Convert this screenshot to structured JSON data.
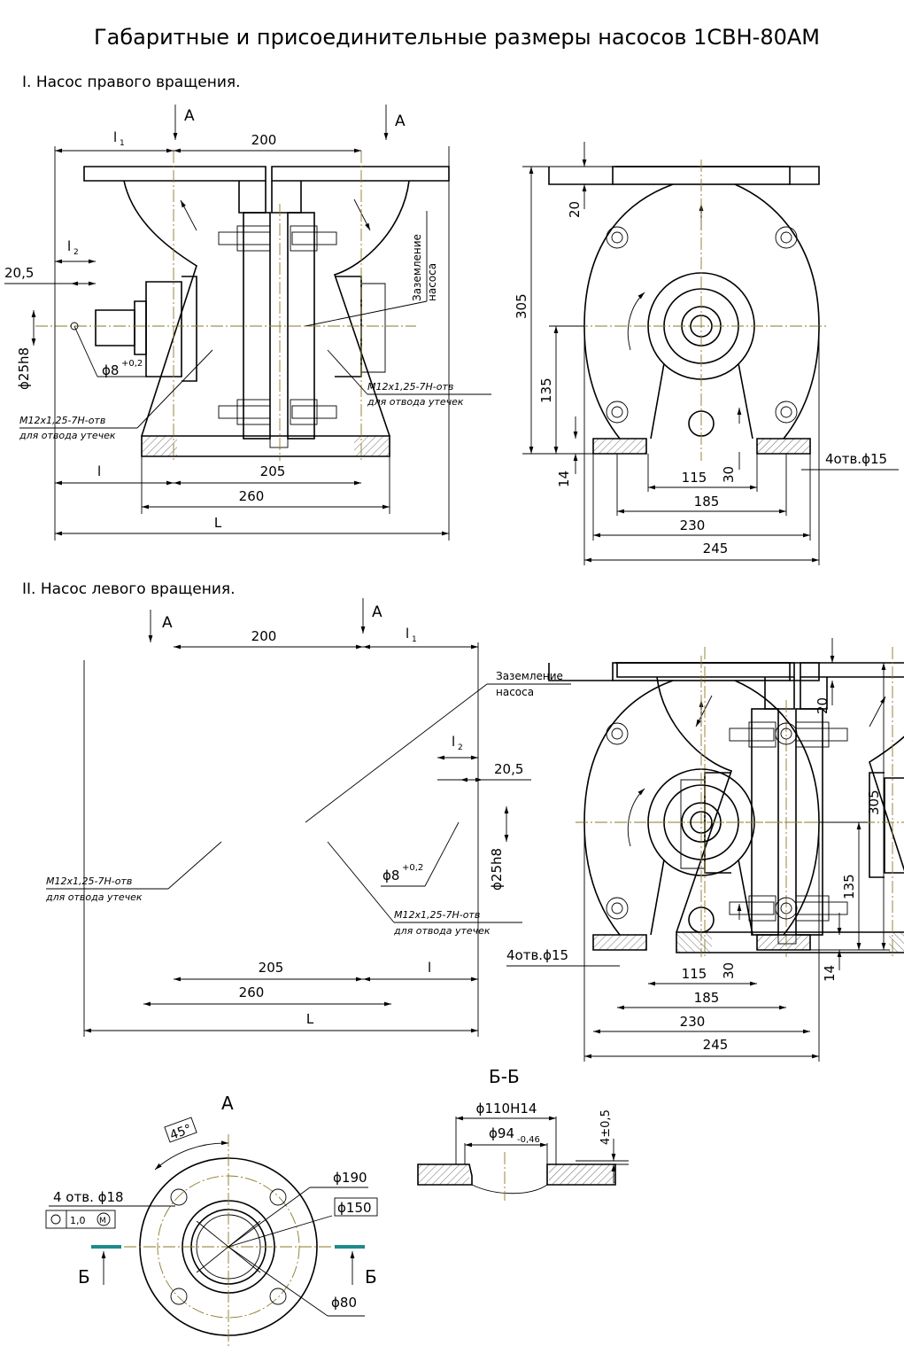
{
  "title": "Габаритные и присоединительные размеры насосов 1СВН-80АМ",
  "section1": {
    "heading": "I. Насос правого вращения.",
    "view_marks": [
      "А",
      "А"
    ],
    "dims": {
      "l1": "l",
      "l1_sub": "1",
      "d200": "200",
      "l2": "l",
      "l2_sub": "2",
      "d20_5": "20,5",
      "d25h8": "ϕ25h8",
      "d8": "ϕ8",
      "d8_tol": "+0,2",
      "d205": "205",
      "d260": "260",
      "l": "l",
      "L": "L"
    },
    "notes": {
      "ground1": "Заземление",
      "ground2": "насоса",
      "drain_left1": "M12x1,25-7H-отв",
      "drain_left2": "для отвода утечек",
      "drain_right1": "M12x1,25-7H-отв",
      "drain_right2": "для отвода утечек"
    },
    "side": {
      "d20": "20",
      "d305": "305",
      "d135": "135",
      "d14": "14",
      "d30": "30",
      "d115": "115",
      "d185": "185",
      "d230": "230",
      "d245": "245",
      "holes": "4отв.ϕ15"
    }
  },
  "section2": {
    "heading": "II. Насос левого вращения.",
    "view_marks": [
      "А",
      "А"
    ],
    "dims": {
      "d200": "200",
      "l1": "l",
      "l1_sub": "1",
      "l2": "l",
      "l2_sub": "2",
      "d20_5": "20,5",
      "d25h8": "ϕ25h8",
      "d8": "ϕ8",
      "d8_tol": "+0,2",
      "d205": "205",
      "l": "l",
      "d260": "260",
      "L": "L"
    },
    "notes": {
      "ground1": "Заземление",
      "ground2": "насоса",
      "drain_left1": "M12x1,25-7H-отв",
      "drain_left2": "для отвода утечек",
      "drain_right1": "M12x1,25-7H-отв",
      "drain_right2": "для отвода утечек"
    },
    "side": {
      "d20": "20",
      "d305": "305",
      "d135": "135",
      "d14": "14",
      "d30": "30",
      "d115": "115",
      "d185": "185",
      "d230": "230",
      "d245": "245",
      "holes": "4отв.ϕ15"
    }
  },
  "viewA": {
    "label": "А",
    "angle": "45°",
    "holes": "4 отв. ϕ18",
    "tolerance": "1,0",
    "tol_mod": "M",
    "d190": "ϕ190",
    "d150": "ϕ150",
    "d80": "ϕ80",
    "cut_left": "Б",
    "cut_right": "Б"
  },
  "sectionBB": {
    "label": "Б-Б",
    "d110": "ϕ110H14",
    "d94": "ϕ94",
    "d94_tol": "-0,46",
    "depth": "4±0,5"
  },
  "colors": {
    "line": "#000000",
    "axis": "#8a7a2a",
    "cut_mark": "#1f8a8a"
  }
}
